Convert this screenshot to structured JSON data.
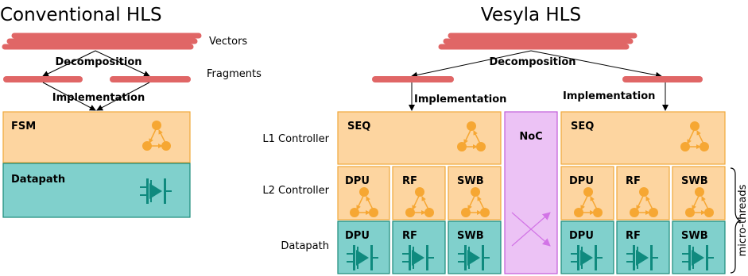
{
  "titles": {
    "left": "Conventional HLS",
    "right": "Vesyla HLS"
  },
  "labels": {
    "vectors": "Vectors",
    "fragments": "Fragments",
    "decomposition_left": "Decomposition",
    "implementation_left": "Implementation",
    "decomposition_right": "Decomposition",
    "implementation_right_a": "Implementation",
    "implementation_right_b": "Implementation"
  },
  "row_labels": {
    "l1": "L1 Controller",
    "l2": "L2 Controller",
    "datapath": "Datapath"
  },
  "blocks": {
    "fsm": "FSM",
    "datapath": "Datapath",
    "seq": "SEQ",
    "noc": "NoC",
    "dpu": "DPU",
    "rf": "RF",
    "swb": "SWB"
  },
  "side_label": "micro-threads",
  "colors": {
    "vector_bar": "#e06666",
    "controller_fill": "#fdd5a0",
    "controller_border": "#f0a83a",
    "datapath_fill": "#80d0cc",
    "datapath_border": "#1a8a7a",
    "noc_fill": "#ecc2f5",
    "noc_border": "#c05ad8",
    "fsm_icon": "#f6a733",
    "datapath_icon": "#0f8a7e"
  }
}
